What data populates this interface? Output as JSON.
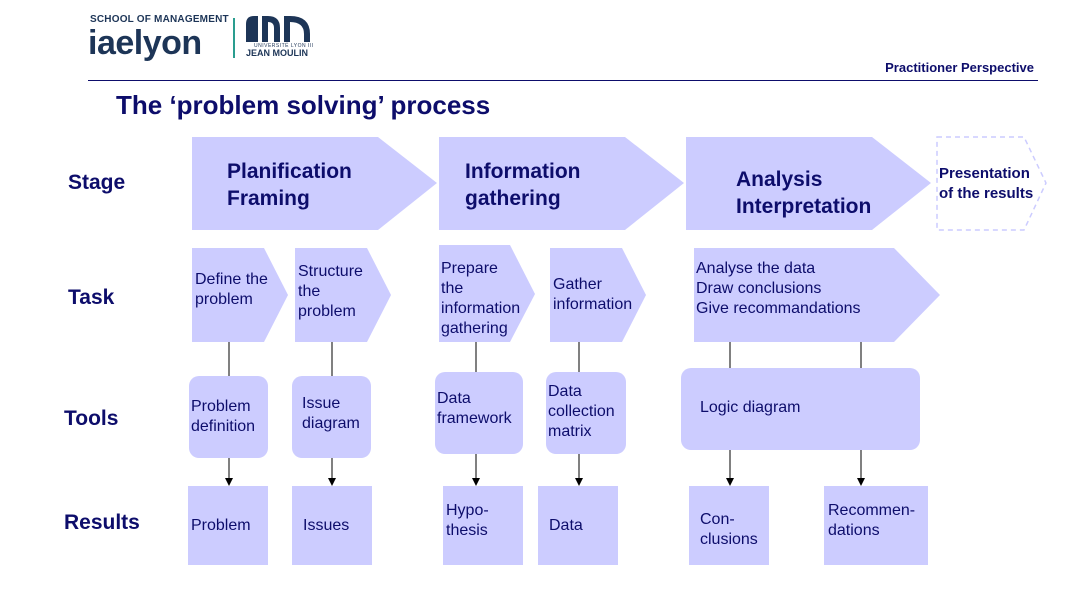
{
  "header": {
    "logo_small": "SCHOOL OF MANAGEMENT",
    "logo_big": "iaelyon",
    "logo_univ": "UNIVERSITÉ LYON III",
    "logo_jm": "JEAN MOULIN",
    "perspective": "Practitioner Perspective"
  },
  "title": "The ‘problem solving’ process",
  "rows": {
    "stage": "Stage",
    "task": "Task",
    "tools": "Tools",
    "results": "Results"
  },
  "stages": [
    {
      "line1": "Planification",
      "line2": "Framing"
    },
    {
      "line1": "Information",
      "line2": "gathering"
    },
    {
      "line1": "Analysis",
      "line2": "Interpretation"
    },
    {
      "line1": "Presentation",
      "line2": "of the results"
    }
  ],
  "tasks": [
    {
      "lines": [
        "Define the",
        "problem"
      ]
    },
    {
      "lines": [
        "Structure",
        "the",
        "problem"
      ]
    },
    {
      "lines": [
        "Prepare",
        "the",
        "information",
        "gathering"
      ]
    },
    {
      "lines": [
        "Gather",
        "information"
      ]
    },
    {
      "lines": [
        "Analyse the data",
        "Draw conclusions",
        "Give recommandations"
      ]
    }
  ],
  "tools": [
    {
      "lines": [
        "Problem",
        "definition"
      ]
    },
    {
      "lines": [
        "Issue",
        "diagram"
      ]
    },
    {
      "lines": [
        "Data",
        "framework"
      ]
    },
    {
      "lines": [
        "Data",
        "collection",
        "matrix"
      ]
    },
    {
      "lines": [
        "Logic diagram"
      ]
    }
  ],
  "results": [
    {
      "lines": [
        "Problem"
      ]
    },
    {
      "lines": [
        "Issues"
      ]
    },
    {
      "lines": [
        "Hypo-",
        "thesis"
      ]
    },
    {
      "lines": [
        "Data"
      ]
    },
    {
      "lines": [
        "Con-",
        "clusions"
      ]
    },
    {
      "lines": [
        "Recommen-",
        "dations"
      ]
    }
  ],
  "colors": {
    "shape_fill": "#ccccff",
    "text": "#0d0d6b",
    "logo": "#1d3557",
    "accent": "#2a9d8f"
  }
}
